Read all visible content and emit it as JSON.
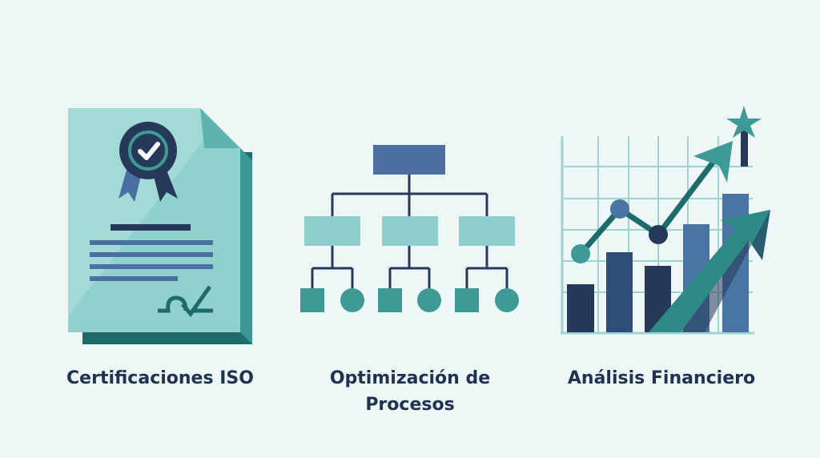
{
  "colors": {
    "background": "#eef6f6",
    "navy": "#26395a",
    "teal": "#3e9a94",
    "light_teal": "#8ccfcc",
    "blue": "#4a6fa0"
  },
  "items": [
    {
      "icon": "certificate-document-icon",
      "label": "Certificaciones ISO"
    },
    {
      "icon": "org-chart-icon",
      "label_line1": "Optimización de",
      "label_line2": "Procesos"
    },
    {
      "icon": "financial-chart-icon",
      "label": "Análisis Financiero"
    }
  ]
}
